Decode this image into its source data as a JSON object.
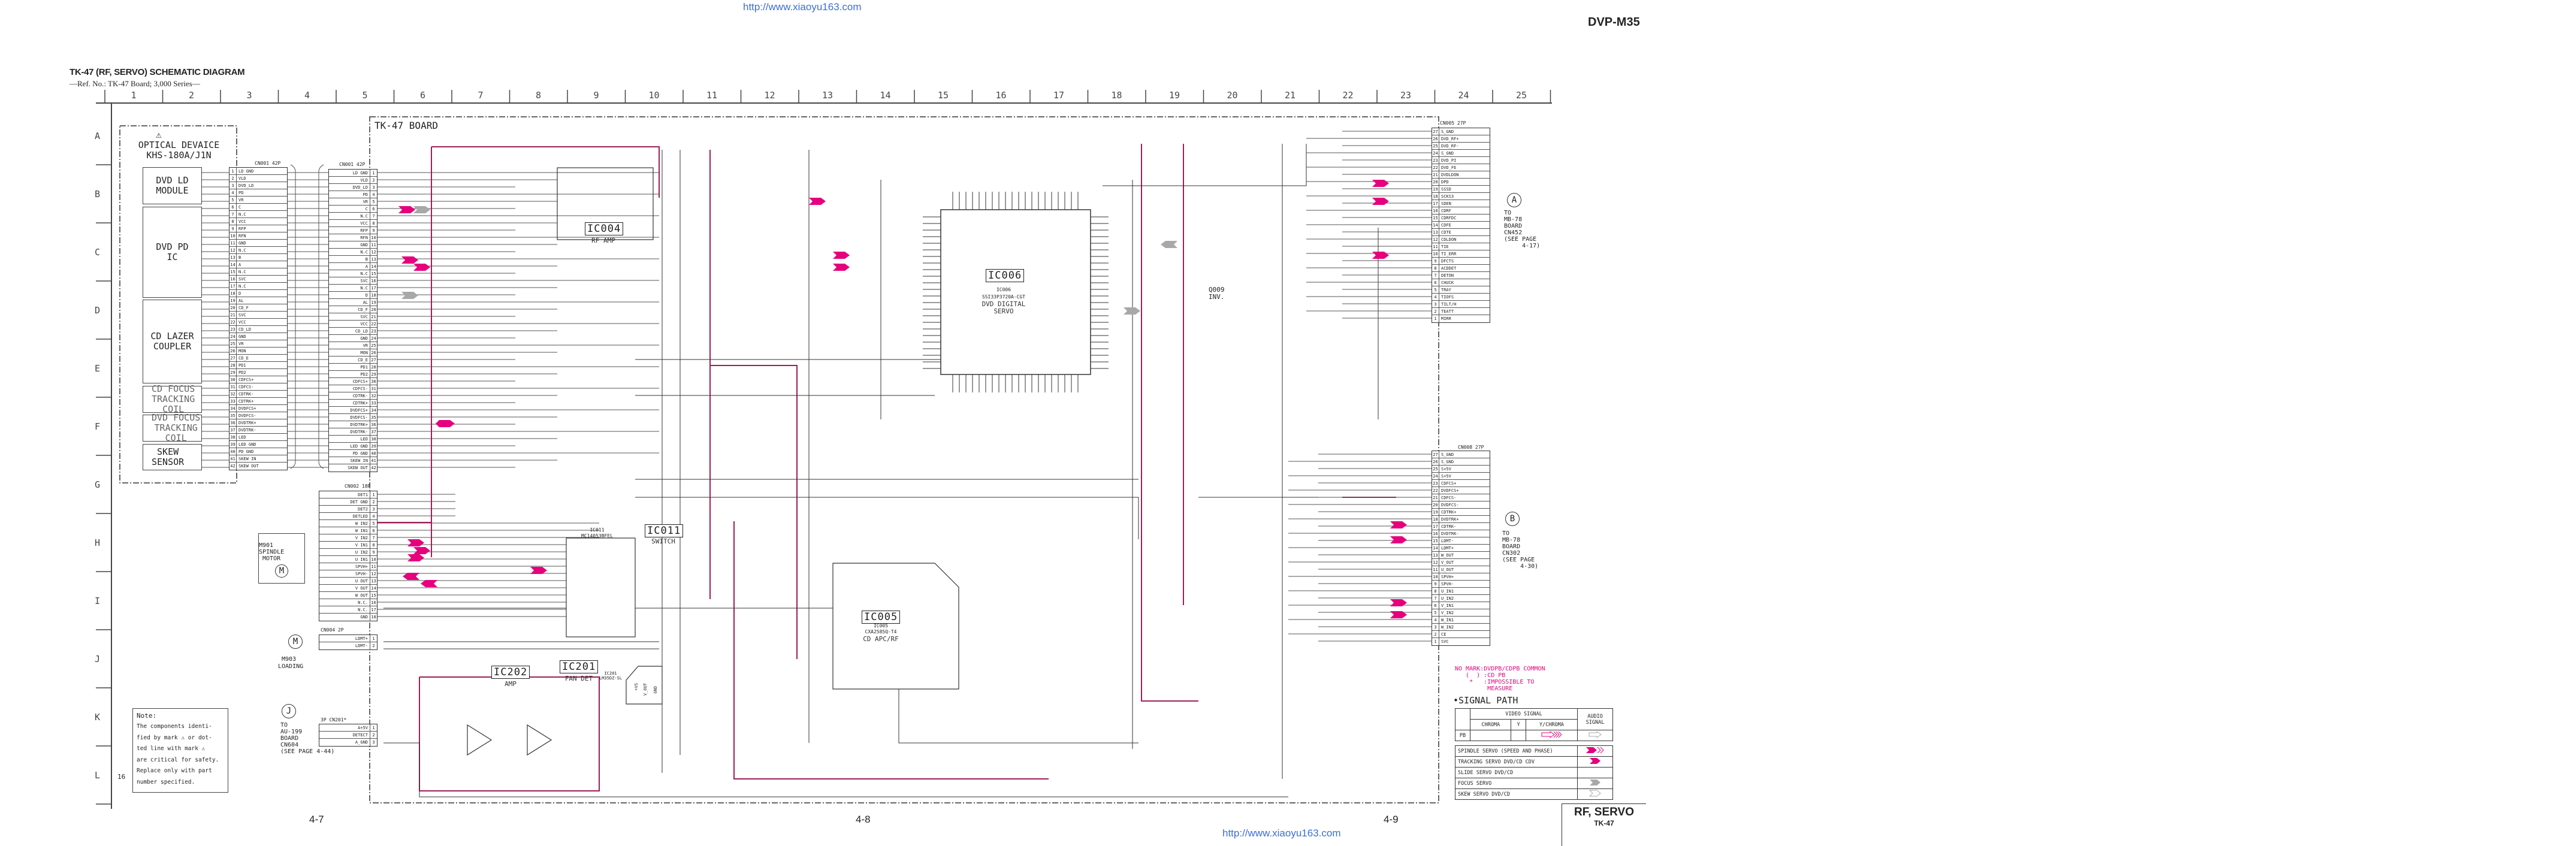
{
  "header": {
    "url": "http://www.xiaoyu163.com",
    "model": "DVP-M35",
    "title": "TK-47 (RF, SERVO) SCHEMATIC DIAGRAM",
    "ref": "—Ref. No.: TK-47 Board; 3,000 Series—"
  },
  "grid": {
    "columns": [
      "1",
      "2",
      "3",
      "4",
      "5",
      "6",
      "7",
      "8",
      "9",
      "10",
      "11",
      "12",
      "13",
      "14",
      "15",
      "16",
      "17",
      "18",
      "19",
      "20",
      "21",
      "22",
      "23",
      "24",
      "25"
    ],
    "rows": [
      "A",
      "B",
      "C",
      "D",
      "E",
      "F",
      "G",
      "H",
      "I",
      "J",
      "K",
      "L"
    ]
  },
  "optical": {
    "title": "OPTICAL DEVAICE\nKHS-180A/J1N",
    "blocks": [
      "DVD LD\nMODULE",
      "DVD PD\nIC",
      "CD LAZER\nCOUPLER",
      "CD FOCUS\nTRACKING\nCOIL",
      "DVD FOCUS\nTRACKING\nCOIL",
      "SKEW\nSENSOR"
    ]
  },
  "board": {
    "label": "TK-47 BOARD"
  },
  "cn001": {
    "title": "CN001   42P",
    "pins": [
      "LD GND",
      "VLD",
      "DVD_LD",
      "PD",
      "VR",
      "C",
      "N.C",
      "VCC",
      "RFP",
      "RFN",
      "GND",
      "N.C",
      "B",
      "A",
      "N.C",
      "SVC",
      "N.C",
      "D",
      "AL",
      "CD_F",
      "SVC",
      "VCC",
      "CD_LD",
      "GND",
      "VR",
      "MON",
      "CD_E",
      "PD1",
      "PD2",
      "CDFCS+",
      "CDFCS-",
      "CDTRK-",
      "CDTRK+",
      "DVDFCS+",
      "DVDFCS-",
      "DVDTRK+",
      "DVDTRK-",
      "LED",
      "LED GND",
      "PD GND",
      "SKEW IN",
      "SKEW OUT"
    ]
  },
  "cn002": {
    "title": "CN002  18P",
    "pins": [
      "DET1",
      "DET GND",
      "DET2",
      "DETLED",
      "W IN2",
      "W IN1",
      "V IN2",
      "V IN1",
      "U IN2",
      "U IN1",
      "SPVH+",
      "SPVH-",
      "U OUT",
      "V OUT",
      "W OUT",
      "N.C.",
      "N.C.",
      "GND"
    ]
  },
  "cn004": {
    "title": "CN004  2P",
    "pins": [
      "LDMT+",
      "LDMT-"
    ]
  },
  "cn201": {
    "title": "3P  CN201*",
    "pins": [
      "A+5V",
      "DETECT",
      "A_GND"
    ]
  },
  "motors": {
    "spindle": {
      "ref": "M901",
      "name": "SPINDLE\nMOTOR",
      "symbol": "M"
    },
    "loading": {
      "ref": "M903",
      "name": "LOADING",
      "symbol": "M"
    }
  },
  "cn005": {
    "title": "CN005    27P",
    "pins": [
      "S_GND",
      "DVD_RF+",
      "DVD_RF-",
      "S_GND",
      "DVD_PI",
      "DVD_FE",
      "DVDLDON",
      "DPD",
      "SSSD",
      "SCKS3",
      "SDEN",
      "CDRF",
      "CDRFDC",
      "CDFE",
      "CDTE",
      "CDLDON",
      "TIE",
      "TI_ERR",
      "DFCTS",
      "ACDDET",
      "DETON",
      "CHUCK",
      "TRAY",
      "TIOFS",
      "TILT/H",
      "TEATT",
      "MIRR"
    ],
    "numbers": [
      "27",
      "26",
      "25",
      "24",
      "23",
      "22",
      "21",
      "20",
      "19",
      "18",
      "17",
      "16",
      "15",
      "14",
      "13",
      "12",
      "11",
      "10",
      "9",
      "8",
      "7",
      "6",
      "5",
      "4",
      "3",
      "2",
      "1"
    ]
  },
  "cn008": {
    "title": "CN008    27P",
    "pins": [
      "S_GND",
      "S_GND",
      "S+5V",
      "S+5V",
      "CDFCS+",
      "DVDFCS+",
      "CDFCS-",
      "DVDFCS-",
      "CDTRK+",
      "DVDTRK+",
      "CDTRK-",
      "DVDTRK-",
      "LDMT-",
      "LDMT+",
      "W_OUT",
      "V_OUT",
      "U_OUT",
      "SPVH+",
      "SPVH-",
      "U_IN1",
      "U_IN2",
      "V_IN1",
      "V_IN2",
      "W_IN1",
      "W_IN2",
      "CE",
      "SVC"
    ],
    "numbers": [
      "27",
      "26",
      "25",
      "24",
      "23",
      "22",
      "21",
      "20",
      "19",
      "18",
      "17",
      "16",
      "15",
      "14",
      "13",
      "12",
      "11",
      "10",
      "9",
      "8",
      "7",
      "6",
      "5",
      "4",
      "3",
      "2",
      "1"
    ]
  },
  "destinations": {
    "a": {
      "mark": "A",
      "text": "TO\nMB-78\nBOARD\nCN452\n(SEE PAGE\n     4-17)"
    },
    "b": {
      "mark": "B",
      "text": "TO\nMB-78\nBOARD\nCN302\n(SEE PAGE\n     4-30)"
    },
    "j": {
      "mark": "J",
      "text": "TO\nAU-199\nBOARD\nCN604\n(SEE PAGE 4-44)"
    }
  },
  "ics": {
    "ic004": {
      "label": "IC004",
      "function": "RF AMP"
    },
    "ic006": {
      "label": "IC006",
      "part": "IC006\nSSI33P3720A-CGT",
      "function": "DVD DIGITAL\nSERVO"
    },
    "ic005": {
      "label": "IC005",
      "part": "IC005\nCXA2585Q-T4",
      "function": "CD APC/RF"
    },
    "ic011": {
      "label": "IC011",
      "part": "IC011\nMC14053BFEL",
      "function": "SWITCH"
    },
    "ic202": {
      "label": "IC202",
      "function": "AMP"
    },
    "ic201": {
      "label": "IC201",
      "part": "IC201\nLM35DZ-SL",
      "function": "FAN DET",
      "pins": [
        "+VS",
        "V_OUT",
        "GND"
      ]
    },
    "q009": {
      "label": "Q009\nINV."
    }
  },
  "note": {
    "title": "Note:",
    "lines": [
      "The components identi-",
      "fied by mark ⚠ or dot-",
      "ted line with mark  ⚠",
      "are critical for safety.",
      "Replace only with part",
      "number specified."
    ],
    "sheet": "16"
  },
  "legend": {
    "text": "NO MARK:DVDPB/CDPB COMMON\n   (  ) :CD PB\n    *   :IMPOSSIBLE TO\n         MEASURE"
  },
  "signal_path": {
    "title": "•SIGNAL PATH",
    "video_header": "VIDEO SIGNAL",
    "audio_header": "AUDIO\nSIGNAL",
    "cols": [
      "CHROMA",
      "Y",
      "Y/CHROMA"
    ],
    "row_label": "PB",
    "servos": [
      "SPINDLE SERVO (SPEED AND PHASE)",
      "TRACKING SERVO DVD/CD CDV",
      "SLIDE SERVO DVD/CD",
      "FOCUS SERVO",
      "SKEW SERVO DVD/CD"
    ],
    "colors": {
      "magenta": "#e6007e",
      "gray": "#a0a0a0"
    }
  },
  "footer": {
    "pages": [
      "4-7",
      "4-8",
      "4-9"
    ],
    "section": "RF, SERVO",
    "board": "TK-47"
  }
}
